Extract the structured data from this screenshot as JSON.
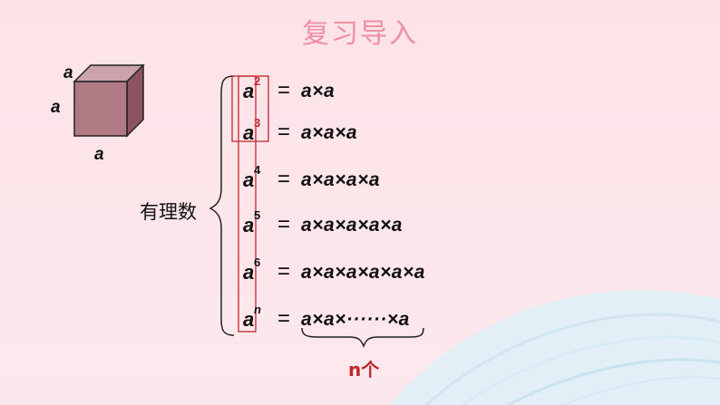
{
  "title": "复习导入",
  "cube": {
    "label_top": "a",
    "label_left": "a",
    "label_bottom": "a"
  },
  "concept_label": "有理数",
  "rows": [
    {
      "base": "a",
      "exp": "2",
      "exp_color": "red",
      "product": "a×a"
    },
    {
      "base": "a",
      "exp": "3",
      "exp_color": "red",
      "product": "a×a×a"
    },
    {
      "base": "a",
      "exp": "4",
      "exp_color": "black",
      "product": "a×a×a×a"
    },
    {
      "base": "a",
      "exp": "5",
      "exp_color": "black",
      "product": "a×a×a×a×a"
    },
    {
      "base": "a",
      "exp": "6",
      "exp_color": "black",
      "product": "a×a×a×a×a×a"
    },
    {
      "base": "a",
      "exp": "n",
      "exp_color": "black",
      "product": "a×a×······×a"
    }
  ],
  "equals_sign": "=",
  "count_label": "n个",
  "colors": {
    "accent": "#c0272d",
    "title": "#ef8fa3",
    "cube_front": "#b07a84"
  }
}
